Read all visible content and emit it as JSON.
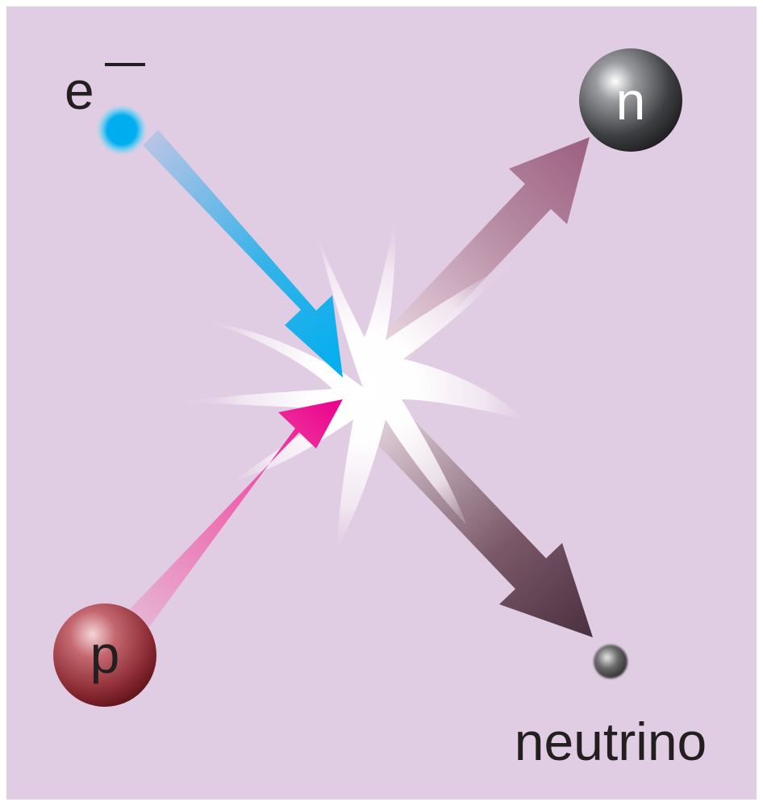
{
  "labels": {
    "electron": "e",
    "electron_charge": "−",
    "proton": "p",
    "neutron": "n",
    "neutrino": "neutrino"
  },
  "colors": {
    "background": "#e0cde3",
    "border": "#ffffff",
    "electron": "#00aeef",
    "proton": "#ec008c",
    "neutron_arrow": "#9c5f80",
    "neutrino_arrow": "#4a3040",
    "proton_sphere": "#8b2a33",
    "neutron_sphere": "#3a3b3d"
  },
  "particles": [
    {
      "id": "electron",
      "role": "incoming"
    },
    {
      "id": "proton",
      "role": "incoming"
    },
    {
      "id": "neutron",
      "role": "outgoing"
    },
    {
      "id": "neutrino",
      "role": "outgoing"
    }
  ]
}
